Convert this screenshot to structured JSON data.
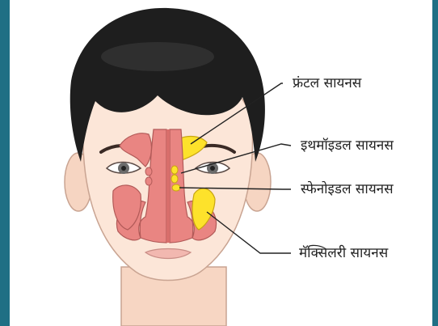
{
  "labels": {
    "frontal": "फ्रंटल सायनस",
    "ethmoid": "इथमॉइडल सायनस",
    "sphenoid": "स्फेनोइडल सायनस",
    "maxillary": "मॅक्सिलरी सायनस"
  },
  "colors": {
    "frame": "#1f6f84",
    "skin": "#fbe3d3",
    "hair": "#1e1e1e",
    "nasal": "#e98582",
    "sinus": "#fde22b"
  }
}
